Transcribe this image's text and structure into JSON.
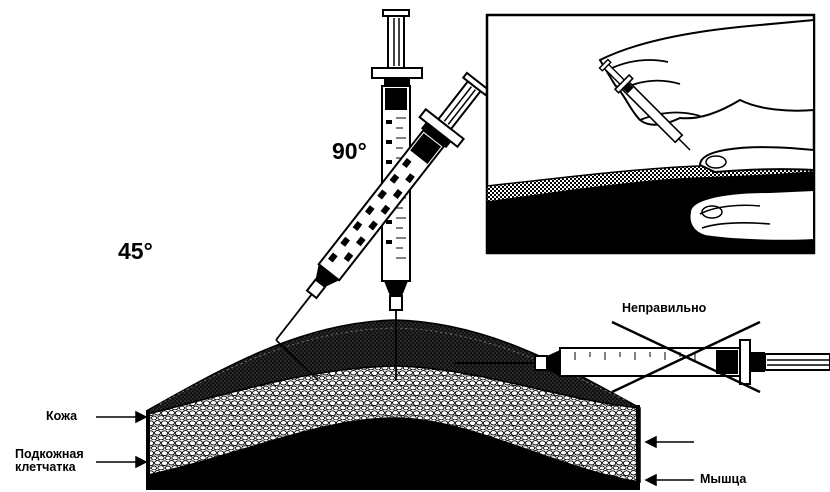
{
  "labels": {
    "angle_45": "45°",
    "angle_90": "90°",
    "incorrect": "Неправильно",
    "skin": "Кожа",
    "subcutaneous_line1": "Подкожная",
    "subcutaneous_line2": "клетчатка",
    "muscle": "Мышца"
  },
  "colors": {
    "ink": "#000000",
    "paper": "#ffffff",
    "skin_shade": "#1a1a1a",
    "skin_texture": "#555555",
    "muscle": "#000000"
  },
  "icons": [
    "syringe-45-icon",
    "syringe-90-icon",
    "syringe-incorrect-icon",
    "cross-mark-icon",
    "hand-pinch-icon",
    "arrow-icon"
  ]
}
